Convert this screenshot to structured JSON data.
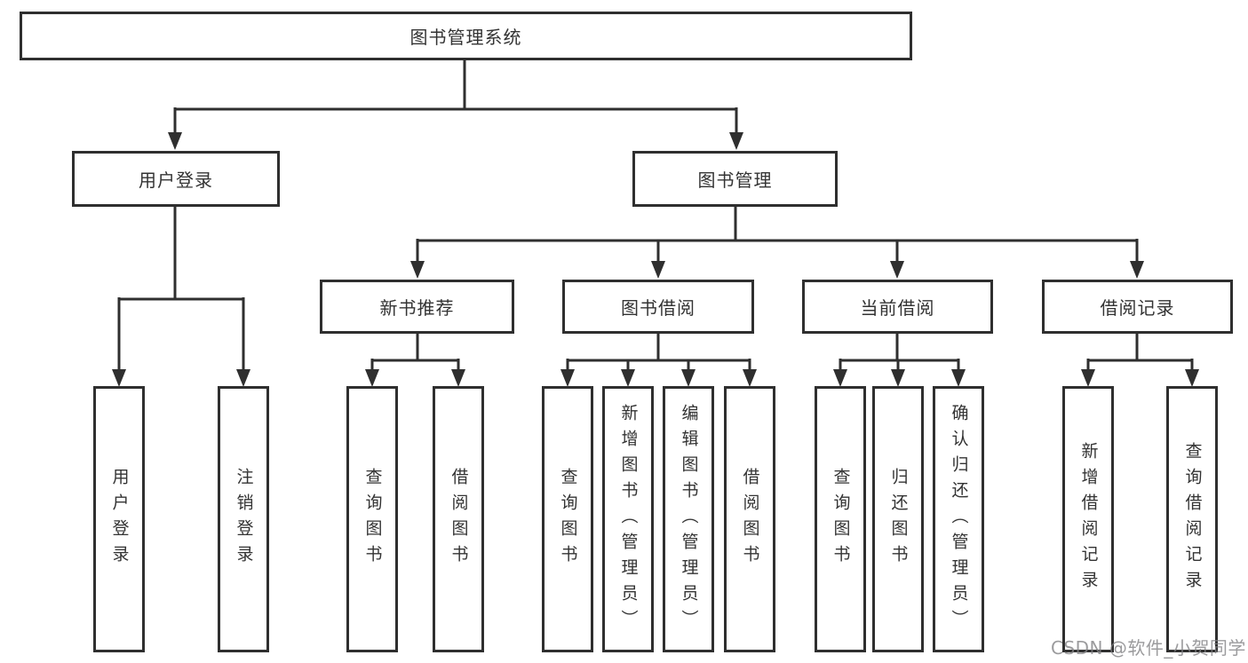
{
  "tree": {
    "root": {
      "label": "图书管理系统"
    },
    "branches": [
      {
        "label": "用户登录",
        "children": [
          {
            "label": "用户登录"
          },
          {
            "label": "注销登录"
          }
        ]
      },
      {
        "label": "图书管理",
        "children": [
          {
            "label": "新书推荐",
            "children": [
              {
                "label": "查询图书"
              },
              {
                "label": "借阅图书"
              }
            ]
          },
          {
            "label": "图书借阅",
            "children": [
              {
                "label": "查询图书"
              },
              {
                "label": "新增图书（管理员）"
              },
              {
                "label": "编辑图书（管理员）"
              },
              {
                "label": "借阅图书"
              }
            ]
          },
          {
            "label": "当前借阅",
            "children": [
              {
                "label": "查询图书"
              },
              {
                "label": "归还图书"
              },
              {
                "label": "确认归还（管理员）"
              }
            ]
          },
          {
            "label": "借阅记录",
            "children": [
              {
                "label": "新增借阅记录"
              },
              {
                "label": "查询借阅记录"
              }
            ]
          }
        ]
      }
    ]
  },
  "watermark": {
    "text": "CSDN @软件_小贺同学"
  },
  "colors": {
    "line": "#2f2f2f",
    "text": "#333333",
    "background": "#ffffff",
    "watermark": "#828284"
  }
}
